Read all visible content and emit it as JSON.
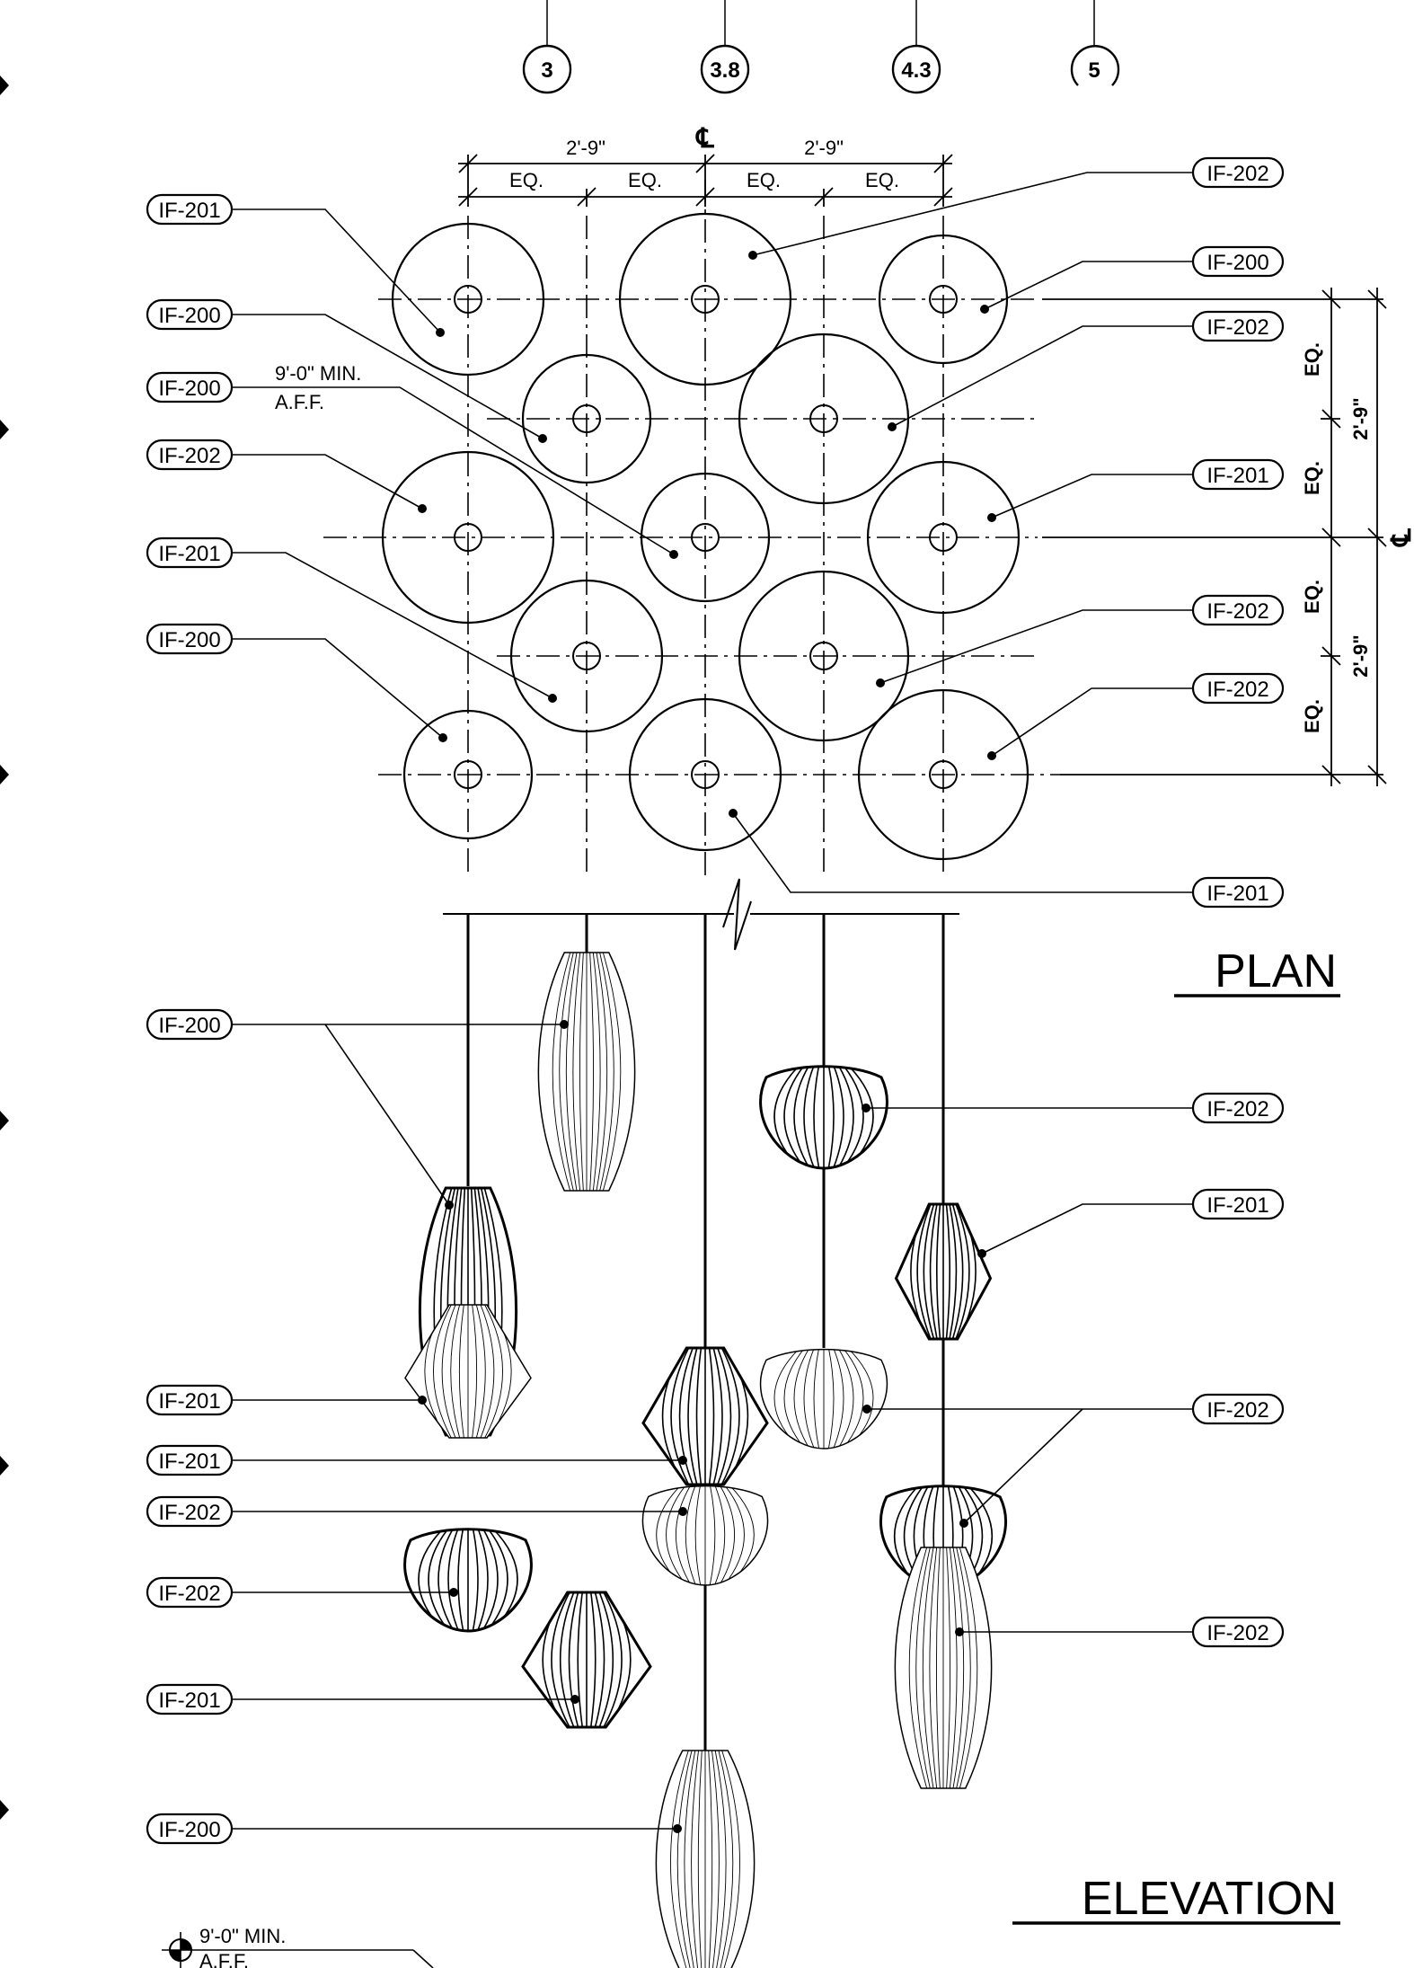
{
  "grid_bubbles": [
    "3",
    "3.8",
    "4.3",
    "5"
  ],
  "centerline_symbol": "℄",
  "dimensions": {
    "top_left": "2'-9\"",
    "top_right": "2'-9\"",
    "eq": "EQ.",
    "right_upper": "2'-9\"",
    "right_lower": "2'-9\""
  },
  "mounting_note": {
    "line1": "9'-0\"  MIN.",
    "line2": "A.F.F."
  },
  "elevation_note": {
    "line1": "9'-0\" MIN.",
    "line2": "A.F.F."
  },
  "plan_tags_left": [
    "IF-201",
    "IF-200",
    "IF-200",
    "IF-202",
    "IF-201",
    "IF-200"
  ],
  "plan_tags_right": [
    "IF-202",
    "IF-200",
    "IF-202",
    "IF-201",
    "IF-202",
    "IF-202",
    "IF-201"
  ],
  "elev_tags_left": [
    "IF-200",
    "IF-201",
    "IF-201",
    "IF-202",
    "IF-202",
    "IF-201",
    "IF-200"
  ],
  "elev_tags_right": [
    "IF-202",
    "IF-201",
    "IF-202",
    "IF-202"
  ],
  "titles": {
    "plan": "PLAN",
    "elevation": "ELEVATION"
  }
}
